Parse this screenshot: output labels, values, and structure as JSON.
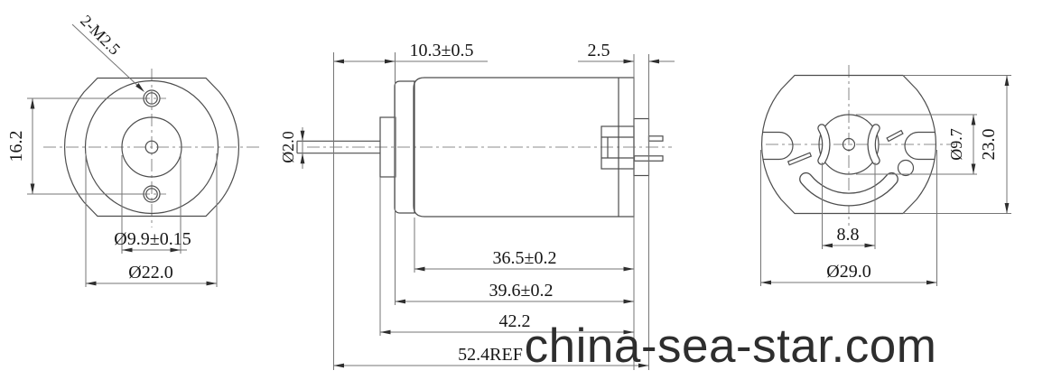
{
  "drawing": {
    "type": "3-view DC motor dimension drawing",
    "colors": {
      "background": "#ffffff",
      "geometry_lines": "#4d4d4d",
      "dimension_lines": "#757575",
      "text": "#161616",
      "watermark": "#2e2e2e"
    },
    "front_view": {
      "thread_callout": "2-M2.5",
      "hole_spacing": "16.2",
      "boss_diameter": "Ø9.9±0.15",
      "body_diameter": "Ø22.0"
    },
    "side_view": {
      "shaft_diameter": "Ø2.0",
      "shaft_length": "10.3±0.5",
      "rear_boss_protrusion": "2.5",
      "can_length": "36.5±0.2",
      "body_length": "39.6±0.2",
      "housing_length": "42.2",
      "overall_length": "52.4REF"
    },
    "rear_view": {
      "bearing_boss_diameter": "Ø9.7",
      "flat_to_flat_height": "23.0",
      "slot_spacing": "8.8",
      "flange_diameter": "Ø29.0"
    },
    "watermark": "china-sea-star.com"
  }
}
